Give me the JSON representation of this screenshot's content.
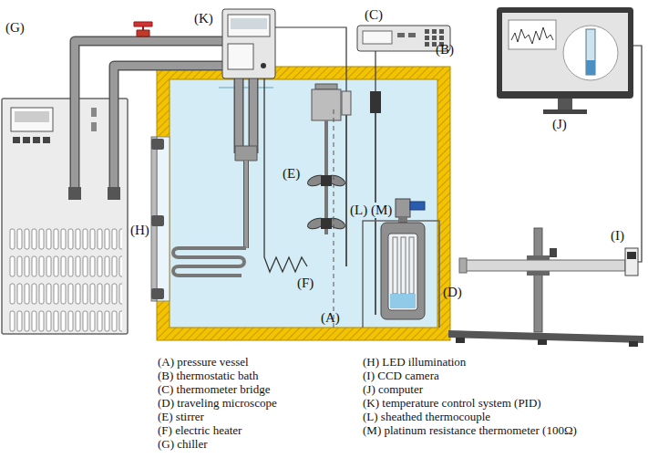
{
  "diagram": {
    "labels": [
      "(G)",
      "(K)",
      "(C)",
      "(J)",
      "(B)",
      "(H)",
      "(E)",
      "(L)",
      "(M)",
      "(F)",
      "(A)",
      "(D)",
      "(I)",
      "(A) pressure vessel",
      "(B) thermostatic bath",
      "(C) thermometer bridge",
      "(D) traveling microscope",
      "(E) stirrer",
      "(F) electric heater",
      "(G) chiller",
      "(H) LED illumination",
      "(I) CCD camera",
      "(J) computer",
      "(K) temperature control system (PID)",
      "(L) sheathed thermocouple",
      "(M) platinum resistance thermometer (100Ω)"
    ]
  }
}
